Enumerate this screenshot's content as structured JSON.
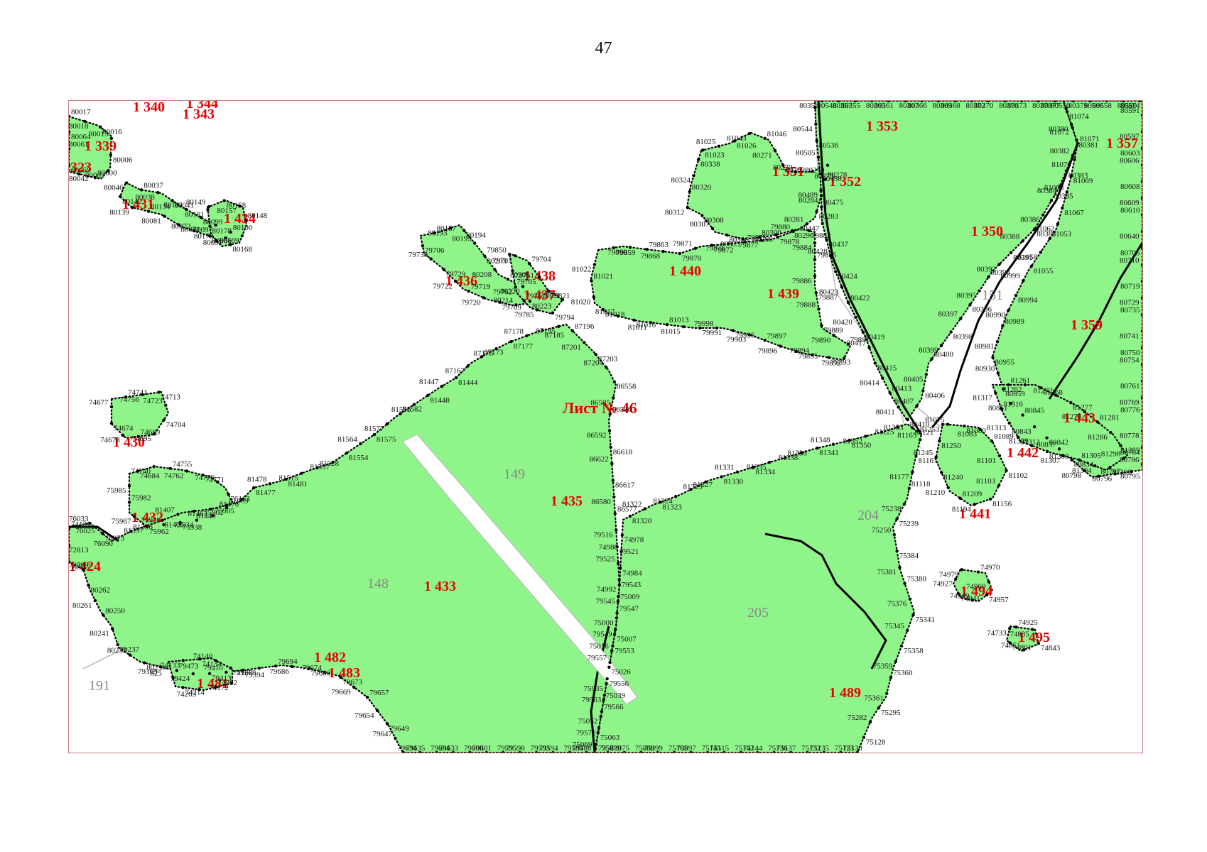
{
  "page": {
    "number": "47"
  },
  "map": {
    "sheet_label": "Лист № 46",
    "colors": {
      "zone_fill": "#8ff58a",
      "parcel_label": "#e60000",
      "block_label": "#888888",
      "border": "#000000"
    },
    "parcels": [
      "1 340",
      "1 344",
      "1 343",
      "1 339",
      "323",
      "1 431",
      "1 434",
      "1 436",
      "1 438",
      "1 437",
      "1 440",
      "1 439",
      "1 351",
      "1 352",
      "1 353",
      "1 350",
      "1 357",
      "1 359",
      "1 430",
      "1 432",
      "1 424",
      "1 435",
      "1 433",
      "1 481",
      "1 482",
      "1 483",
      "1 443",
      "1 442",
      "1 441",
      "1 494",
      "1 495",
      "1 489"
    ],
    "blocks": [
      "151",
      "149",
      "148",
      "204",
      "205",
      "191"
    ],
    "points": [
      "80017",
      "80018",
      "80016",
      "80013",
      "80006",
      "80002",
      "80000",
      "80042",
      "80059",
      "80061",
      "80064",
      "80046",
      "80037",
      "80038",
      "80041",
      "80101",
      "80099",
      "80097",
      "80100",
      "80091",
      "80066",
      "80072",
      "80071",
      "80081",
      "80134",
      "80139",
      "80142",
      "80149",
      "80158",
      "80157",
      "80148",
      "80169",
      "80168",
      "80170",
      "80178",
      "80181",
      "80187",
      "80193",
      "80194",
      "80195",
      "80203",
      "80208",
      "80206",
      "80220",
      "80223",
      "80214",
      "79709",
      "79720",
      "79719",
      "79722",
      "79729",
      "79738",
      "79706",
      "79707",
      "79704",
      "79705",
      "79821",
      "79829",
      "79794",
      "79785",
      "79761",
      "79762",
      "79751",
      "79850",
      "79859",
      "79860",
      "79863",
      "79868",
      "79870",
      "79871",
      "79872",
      "79876",
      "79875",
      "79877",
      "79878",
      "79880",
      "79882",
      "79884",
      "79885",
      "79886",
      "79887",
      "79888",
      "79889",
      "79890",
      "79891",
      "79892",
      "79893",
      "79894",
      "79895",
      "79896",
      "79897",
      "79903",
      "79996",
      "79998",
      "79991",
      "81015",
      "81013",
      "81011",
      "81016",
      "81017",
      "81018",
      "81020",
      "81021",
      "81022",
      "81023",
      "81025",
      "81026",
      "81043",
      "81046",
      "80271",
      "80269",
      "80270",
      "80273",
      "80279",
      "80278",
      "80284",
      "80283",
      "80281",
      "80296",
      "80298",
      "80300",
      "80303",
      "80306",
      "80307",
      "80308",
      "80312",
      "80320",
      "80324",
      "80338",
      "80354",
      "80355",
      "80357",
      "80361",
      "80365",
      "80366",
      "80367",
      "80368",
      "80369",
      "80370",
      "80372",
      "80373",
      "80376",
      "80377",
      "80378",
      "80379",
      "80380",
      "80381",
      "80382",
      "80383",
      "80384",
      "80385",
      "80386",
      "80387",
      "80388",
      "80391",
      "80392",
      "80394",
      "80395",
      "80396",
      "80397",
      "80398",
      "80399",
      "80400",
      "80405",
      "80406",
      "80407",
      "80410",
      "80411",
      "80413",
      "80414",
      "80415",
      "80417",
      "80419",
      "80420",
      "80422",
      "80423",
      "80424",
      "80428",
      "80437",
      "80447",
      "80475",
      "80489",
      "80498",
      "80505",
      "80536",
      "80544",
      "80548",
      "80550",
      "80558",
      "80566",
      "80574",
      "80580",
      "80591",
      "80597",
      "80603",
      "80606",
      "80608",
      "80609",
      "80610",
      "80640",
      "80705",
      "80710",
      "80719",
      "80729",
      "80735",
      "80741",
      "80750",
      "80754",
      "80761",
      "80769",
      "80776",
      "80778",
      "80784",
      "80786",
      "80795",
      "80796",
      "80797",
      "80798",
      "80834",
      "80837",
      "80842",
      "80843",
      "80845",
      "80851",
      "80859",
      "80930",
      "80955",
      "80981",
      "80989",
      "80990",
      "80994",
      "80999",
      "81055",
      "81058",
      "81053",
      "81062",
      "81067",
      "81068",
      "81069",
      "81070",
      "81071",
      "81072",
      "81074",
      "81075",
      "81080",
      "81083",
      "81089",
      "81101",
      "81102",
      "81103",
      "81156",
      "81194",
      "81209",
      "81210",
      "81240",
      "81245",
      "81250",
      "81253",
      "81261",
      "81262",
      "81268",
      "81272",
      "81277",
      "81278",
      "81281",
      "81286",
      "81289",
      "81298",
      "81302",
      "81304",
      "81305",
      "81307",
      "81308",
      "81309",
      "81312",
      "81313",
      "81316",
      "81317",
      "81320",
      "81322",
      "81323",
      "81324",
      "81327",
      "81329",
      "81330",
      "81331",
      "81334",
      "81335",
      "81336",
      "81338",
      "81341",
      "81348",
      "81350",
      "81352",
      "81353",
      "81125",
      "81121",
      "81165",
      "81167",
      "81177",
      "81118",
      "75238",
      "75239",
      "75250",
      "75384",
      "75381",
      "75380",
      "75376",
      "75341",
      "75345",
      "75358",
      "75359",
      "75360",
      "75361",
      "75295",
      "75282",
      "75128",
      "75123",
      "75130",
      "75132",
      "75135",
      "75136",
      "75137",
      "75142",
      "75144",
      "75145",
      "75115",
      "75105",
      "75097",
      "75089",
      "75099",
      "75079",
      "75075",
      "75069",
      "75063",
      "75052",
      "75039",
      "75035",
      "75026",
      "75016",
      "75007",
      "75000",
      "75009",
      "74992",
      "74984",
      "74986",
      "74978",
      "74979",
      "74970",
      "74969",
      "74957",
      "74949",
      "74941",
      "74927",
      "74925",
      "74835",
      "74843",
      "74851",
      "74801",
      "74733",
      "74741",
      "74756",
      "74713",
      "74723",
      "74704",
      "74695",
      "74689",
      "74678",
      "74674",
      "74677",
      "74684",
      "74740",
      "74755",
      "74762",
      "74771",
      "74776",
      "76113",
      "75902",
      "75905",
      "75934",
      "75938",
      "75939",
      "75962",
      "75967",
      "75982",
      "75985",
      "76025",
      "76033",
      "76073",
      "76090",
      "81396",
      "81397",
      "81406",
      "81407",
      "81449",
      "81463",
      "81469",
      "81476",
      "81477",
      "81478",
      "81481",
      "81515",
      "81528",
      "81537",
      "81554",
      "81564",
      "81575",
      "81577",
      "81582",
      "81596",
      "81448",
      "81447",
      "81444",
      "87167",
      "87173",
      "87176",
      "87177",
      "87178",
      "87185",
      "87195",
      "87196",
      "87201",
      "87203",
      "87204",
      "86558",
      "86585",
      "86586",
      "86592",
      "86618",
      "86622",
      "86617",
      "86580",
      "86577",
      "79516",
      "79521",
      "79525",
      "79543",
      "79545",
      "79547",
      "79549",
      "79553",
      "79557",
      "79556",
      "79563",
      "79566",
      "79572",
      "79583",
      "79584",
      "79588",
      "79593",
      "79594",
      "79595",
      "79598",
      "79600",
      "79601",
      "79604",
      "79633",
      "79634",
      "79635",
      "79647",
      "79649",
      "79654",
      "79657",
      "79669",
      "79673",
      "79674",
      "79680",
      "79686",
      "79694",
      "79278",
      "79394",
      "79410",
      "79413",
      "79424",
      "79473",
      "79369",
      "80230",
      "80232",
      "80237",
      "80241",
      "80250",
      "80261",
      "80262",
      "72799",
      "72817",
      "72813",
      "74131",
      "74133",
      "74134",
      "74140",
      "74166",
      "74172",
      "74202",
      "74203",
      "74214",
      "825"
    ]
  }
}
